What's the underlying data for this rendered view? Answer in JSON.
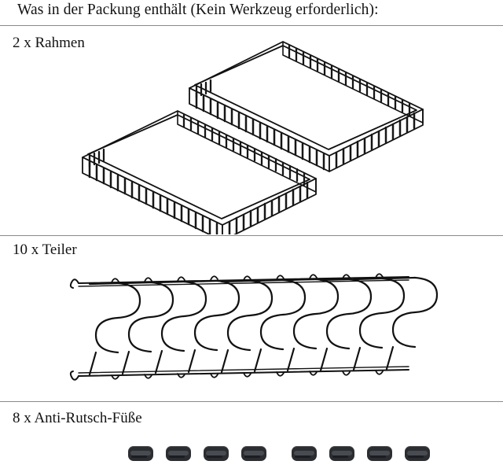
{
  "headline": "Was in der Packung enthält (Kein Werkzeug erforderlich):",
  "sections": [
    {
      "id": "frames",
      "caption": "2 x Rahmen",
      "quantity": 2,
      "item_name": "Rahmen",
      "illustration": "two-black-slatted-metal-frames-isometric"
    },
    {
      "id": "dividers",
      "caption": "10 x Teiler",
      "quantity": 10,
      "item_name": "Teiler",
      "illustration": "ten-stacked-s-curve-wire-dividers"
    },
    {
      "id": "feet",
      "caption": "8 x Anti-Rutsch-Füße",
      "quantity": 8,
      "item_name": "Anti-Rutsch-Füße",
      "illustration": "eight-dark-rubber-pads-in-two-groups-of-four"
    }
  ],
  "feet": {
    "count": 8,
    "positions": [
      163,
      211,
      259,
      307,
      371,
      419,
      467,
      515
    ],
    "color": "#2b2d31",
    "highlight_color": "#4a4d53"
  },
  "colors": {
    "background": "#ffffff",
    "text": "#121212",
    "rule": "#8a8a8a",
    "ink": "#1a1a1a"
  }
}
